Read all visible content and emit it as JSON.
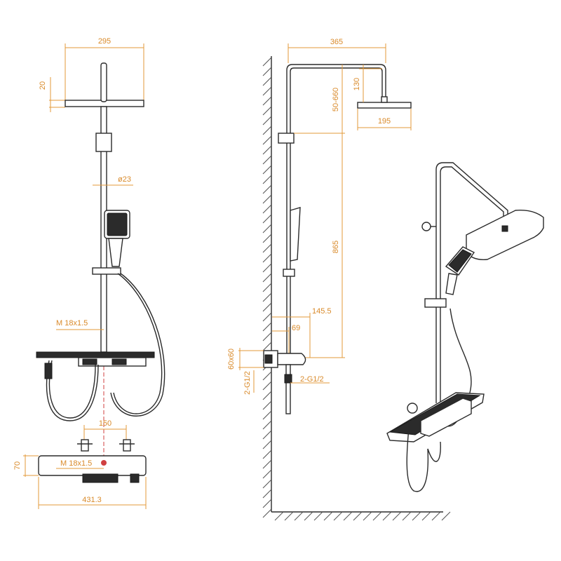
{
  "front_view": {
    "dims": {
      "head_width": "295",
      "head_thickness": "20",
      "pipe_diameter": "ø23",
      "thread_upper": "M 18x1.5",
      "inlet_spacing": "150",
      "thread_lower": "M 18x1.5",
      "height": "70",
      "width": "431.3"
    }
  },
  "side_view": {
    "dims": {
      "arm_reach": "365",
      "head_height": "130",
      "drop_range": "50-660",
      "head_depth": "195",
      "rail_height": "865",
      "body_depth": "145.5",
      "inlet_offset": "69",
      "bracket_size": "60x60",
      "inlet_left": "2-G1/2",
      "inlet_right": "2-G1/2"
    }
  },
  "colors": {
    "dimension": "#d98a2a",
    "outline": "#2a2a2a",
    "center_axis": "#d04040"
  }
}
